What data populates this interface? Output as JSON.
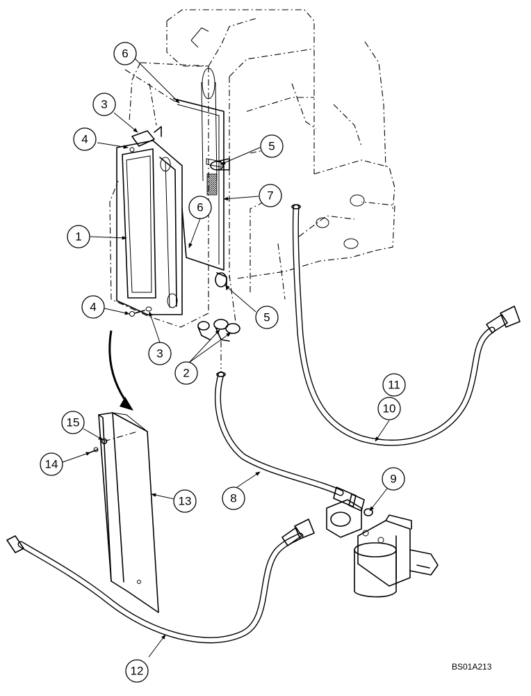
{
  "callouts": {
    "c1": "1",
    "c2": "2",
    "c3a": "3",
    "c3b": "3",
    "c4a": "4",
    "c4b": "4",
    "c5a": "5",
    "c5b": "5",
    "c6a": "6",
    "c6b": "6",
    "c7": "7",
    "c8": "8",
    "c9": "9",
    "c10": "10",
    "c11": "11",
    "c12": "12",
    "c13": "13",
    "c14": "14",
    "c15": "15"
  },
  "reference_code": "BS01A213"
}
